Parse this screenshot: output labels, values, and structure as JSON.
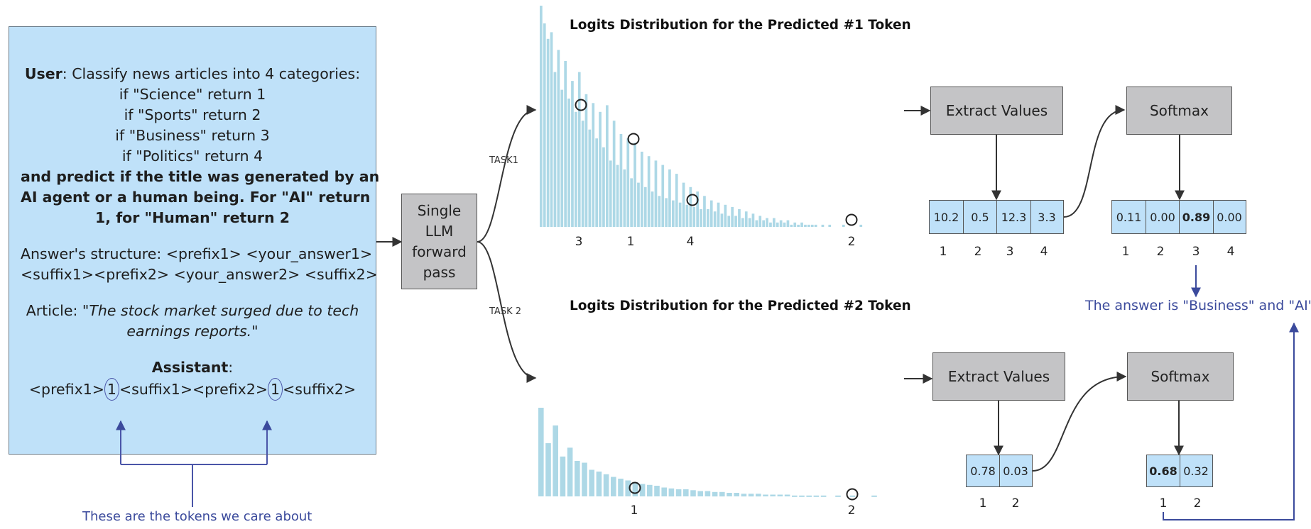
{
  "prompt": {
    "user_label": "User",
    "l1": ": Classify news articles into 4 categories:",
    "l2": "if \"Science\" return 1",
    "l3": "if \"Sports\" return 2",
    "l4": "if \"Business\" return 3",
    "l5": "if \"Politics\" return 4",
    "b1": "and predict if the title was generated by an",
    "b2": "AI agent or a human being. For \"AI\" return",
    "b3": "1, for \"Human\" return 2",
    "s1": "Answer's structure: <prefix1> <your_answer1>",
    "s2": "<suffix1><prefix2> <your_answer2> <suffix2>",
    "article_label": "Article: ",
    "article_1": "\"The stock market surged due to tech",
    "article_2": "earnings reports.\"",
    "assistant_label": "Assistant",
    "assistant_colon": ":",
    "ans_a": "<prefix1>",
    "tok1": "1",
    "ans_b": "<suffix1><prefix2>",
    "tok2": "1",
    "ans_c": "<suffix2>"
  },
  "care_label": "These are the tokens we care about",
  "llm_box": {
    "l1": "Single",
    "l2": "LLM",
    "l3": "forward",
    "l4": "pass"
  },
  "task_labels": {
    "t1": "TASK1",
    "t2": "TASK 2"
  },
  "colors": {
    "bar": "#add8e6",
    "box_fill": "#bfe1f9",
    "gray": "#c4c4c6",
    "accent": "#3b4a9c"
  },
  "chart_data": [
    {
      "type": "bar",
      "title": "Logits Distribution for the Predicted #1 Token",
      "marked_tokens": [
        "3",
        "1",
        "4",
        "2"
      ],
      "values": [
        100,
        92,
        85,
        88,
        70,
        80,
        62,
        75,
        58,
        66,
        52,
        70,
        48,
        60,
        44,
        56,
        40,
        52,
        36,
        55,
        30,
        48,
        28,
        42,
        26,
        40,
        22,
        38,
        20,
        34,
        18,
        32,
        16,
        30,
        14,
        28,
        13,
        26,
        12,
        24,
        11,
        20,
        10,
        18,
        9,
        16,
        8,
        14,
        8,
        12,
        7,
        11,
        6,
        10,
        5,
        9,
        5,
        8,
        4,
        7,
        4,
        6,
        3,
        5,
        3,
        4,
        2,
        4,
        2,
        3,
        2,
        3,
        1,
        2,
        1,
        2,
        1,
        1,
        1,
        1,
        0,
        1,
        0,
        1,
        0,
        0,
        0,
        1,
        0,
        0,
        0,
        0,
        1,
        0,
        0,
        0
      ]
    },
    {
      "type": "bar",
      "title": "Logits Distribution for the Predicted #2 Token",
      "marked_tokens": [
        "1",
        "2"
      ],
      "values": [
        100,
        60,
        80,
        45,
        55,
        40,
        38,
        30,
        28,
        25,
        22,
        20,
        18,
        16,
        14,
        13,
        12,
        10,
        9,
        8,
        8,
        7,
        6,
        6,
        5,
        5,
        4,
        4,
        3,
        3,
        3,
        2,
        2,
        2,
        2,
        1,
        1,
        1,
        1,
        1,
        0,
        1,
        0,
        1,
        0,
        0,
        1,
        0,
        0,
        0
      ]
    }
  ],
  "pipeline1": {
    "extract_label": "Extract Values",
    "softmax_label": "Softmax",
    "extract_values": [
      "10.2",
      "0.5",
      "12.3",
      "3.3"
    ],
    "softmax_values": [
      "0.11",
      "0.00",
      "0.89",
      "0.00"
    ],
    "indices": [
      "1",
      "2",
      "3",
      "4"
    ]
  },
  "pipeline2": {
    "extract_label": "Extract Values",
    "softmax_label": "Softmax",
    "extract_values": [
      "0.78",
      "0.03"
    ],
    "softmax_values": [
      "0.68",
      "0.32"
    ],
    "indices": [
      "1",
      "2"
    ]
  },
  "answer_text": "The answer is \"Business\" and \"AI\""
}
